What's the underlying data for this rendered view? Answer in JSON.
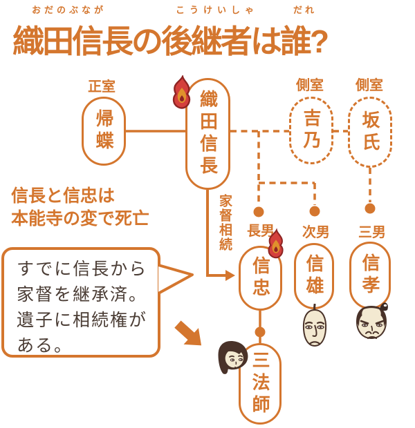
{
  "title": {
    "furigana_oda": "おだのぶなが",
    "furigana_kokeisha": "こうけいしゃ",
    "furigana_dare": "だれ",
    "text": "織田信長の後継者は誰?"
  },
  "tree": {
    "label_seishitsu": "正室",
    "label_sokushitsu_1": "側室",
    "label_sokushitsu_2": "側室",
    "kicho": "帰蝶",
    "nobunaga": "織田信長",
    "kitsuno": "吉乃",
    "sakashi": "坂氏",
    "katoku_sozoku": "家督相続",
    "label_chonan": "長男",
    "label_jinan": "次男",
    "label_sannan": "三男",
    "nobutada": "信忠",
    "nobukatsu": "信雄",
    "nobutaka": "信孝",
    "sanposhi": "三法師"
  },
  "notes": {
    "death_line1": "信長と信忠は",
    "death_line2": "本能寺の変で死亡",
    "bubble_line1": "すでに信長から",
    "bubble_line2": "家督を継承済。",
    "bubble_line3": "遺子に相続権が",
    "bubble_line4": "ある。"
  },
  "icons": {
    "fire": "flame-icon",
    "arrow": "thick-arrow-down-right-icon"
  },
  "colors": {
    "accent": "#d4762e",
    "fire_red": "#d4403c",
    "fire_outline": "#8e2423",
    "fire_inner": "#e0912c",
    "skin": "#f3e9d1",
    "hair": "#493229",
    "bubble_text": "#4a3c34"
  }
}
